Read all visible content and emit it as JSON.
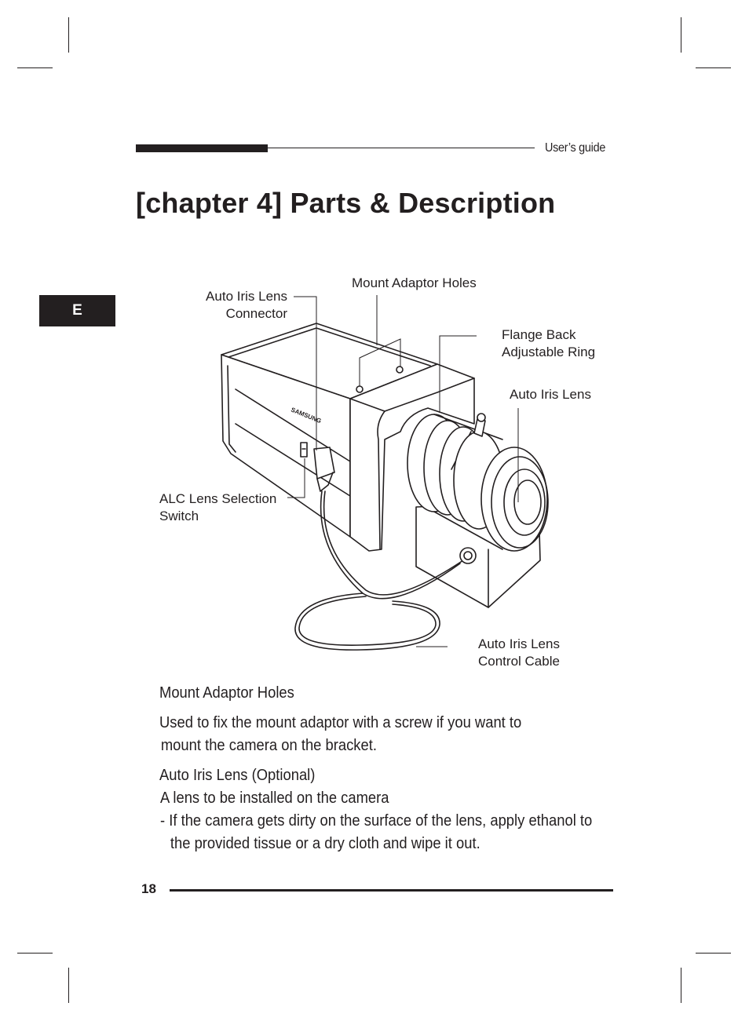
{
  "header": {
    "guide_label": "User’s guide"
  },
  "page": {
    "title": "[chapter 4] Parts & Description",
    "language_tab": "E",
    "page_number": "18"
  },
  "figure": {
    "brand": "SAMSUNG",
    "labels": {
      "auto_iris_lens_connector": [
        "Auto Iris Lens",
        "Connector"
      ],
      "mount_adaptor_holes": "Mount Adaptor Holes",
      "flange_back_ring": [
        "Flange Back",
        "Adjustable Ring"
      ],
      "auto_iris_lens": "Auto Iris Lens",
      "alc_switch": [
        "ALC Lens Selection",
        "Switch"
      ],
      "control_cable": [
        "Auto Iris Lens",
        "Control Cable"
      ]
    }
  },
  "descriptions": [
    {
      "heading": "Mount Adaptor Holes",
      "lines": [
        "Used to fix the mount adaptor with a screw if you want to",
        "mount the camera on the bracket."
      ]
    },
    {
      "heading": "Auto Iris Lens (Optional)",
      "lines": [
        "A lens to be installed on the camera",
        "- If the camera gets dirty on the surface of the lens, apply ethanol to",
        "the provided tissue or a dry cloth and wipe it out."
      ]
    }
  ]
}
